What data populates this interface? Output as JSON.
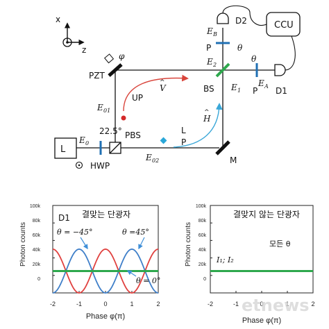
{
  "setup": {
    "axis_x": "x",
    "axis_z": "z",
    "laser": "L",
    "e0": "E",
    "e0_sub": "0",
    "angle": "22.5°",
    "hwp": "HWP",
    "pbs": "PBS",
    "e01": "E",
    "e01_sub": "01",
    "e02": "E",
    "e02_sub": "02",
    "pzt": "PZT",
    "phi": "φ",
    "up": "UP",
    "v_pol": "V",
    "h_pol": "H",
    "l_path": "L",
    "p_lower": "P",
    "mirror": "M",
    "bs": "BS",
    "e1": "E",
    "e1_sub": "1",
    "e2": "E",
    "e2_sub": "2",
    "eb": "E",
    "eb_sub": "B",
    "ea": "E",
    "ea_sub": "A",
    "d1": "D1",
    "d2": "D2",
    "ccu": "CCU",
    "p_b": "P",
    "theta_b": "θ",
    "p_a": "P",
    "theta_a": "θ"
  },
  "chart_data": [
    {
      "type": "line",
      "panel_label": "D1",
      "title": "결맞는 단광자",
      "xlabel": "Phase φ(π)",
      "ylabel": "Photon counts",
      "xlim": [
        -2,
        2
      ],
      "ylim": [
        0,
        100000
      ],
      "xticks": [
        "-2",
        "-1",
        "0",
        "1",
        "2"
      ],
      "yticks": [
        "0",
        "20k",
        "40k",
        "60k",
        "80k",
        "100k"
      ],
      "annotations": [
        "θ = −45°",
        "θ =45°",
        "θ = 0°"
      ],
      "series": [
        {
          "color": "#e0413f",
          "mean": 25000,
          "amplitude": 25000,
          "phase_shift": 0
        },
        {
          "color": "#3f7fc9",
          "mean": 25000,
          "amplitude": 25000,
          "phase_shift": 1
        },
        {
          "color": "#2ea84d",
          "mean": 25000,
          "amplitude": 0,
          "phase_shift": 0
        }
      ]
    },
    {
      "type": "line",
      "title": "결맞지 않는 단광자",
      "subtitle": "모든 θ",
      "legend": "I₁; I₂",
      "xlabel": "Phase φ(π)",
      "ylabel": "Photon counts",
      "xlim": [
        -2,
        2
      ],
      "ylim": [
        0,
        100000
      ],
      "xticks": [
        "-2",
        "-1",
        "0",
        "1",
        "2"
      ],
      "yticks": [
        "0",
        "20k",
        "40k",
        "60k",
        "80k",
        "100k"
      ],
      "series": [
        {
          "color": "#2ea84d",
          "mean": 25000,
          "amplitude": 0,
          "phase_shift": 0
        }
      ]
    }
  ],
  "watermark": "etnews"
}
